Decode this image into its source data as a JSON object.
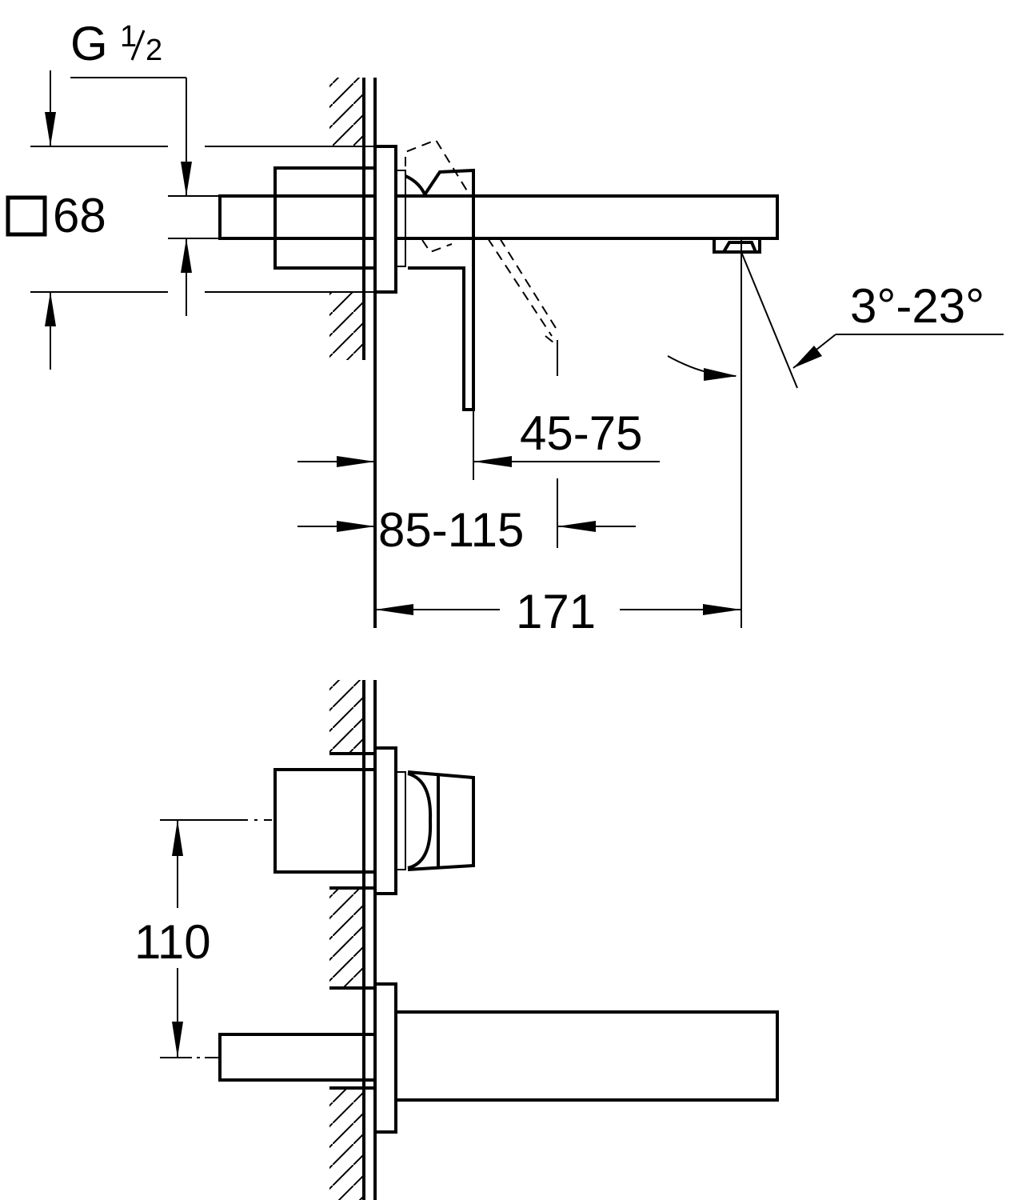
{
  "drawing": {
    "thread_label": {
      "letter": "G",
      "numerator": "1",
      "denominator": "2"
    },
    "square_size": "68",
    "spout_angle": "3°-23°",
    "lever_range": "45-75",
    "wall_depth_range": "85-115",
    "projection": "171",
    "outlet_spacing": "110"
  }
}
